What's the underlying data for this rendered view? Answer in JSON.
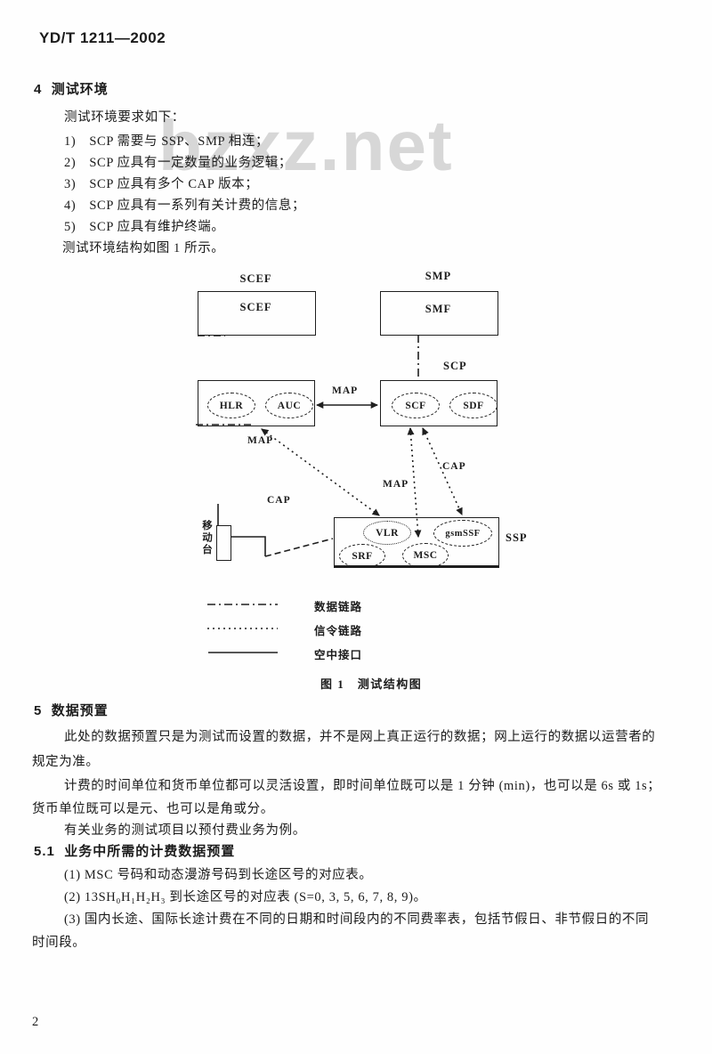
{
  "header": {
    "standard_number": "YD/T 1211—2002"
  },
  "watermark": "bzxz.net",
  "section4": {
    "number": "4",
    "title": "测试环境",
    "intro": "测试环境要求如下：",
    "items": [
      "1)　SCP 需要与 SSP、SMP 相连；",
      "2)　SCP 应具有一定数量的业务逻辑；",
      "3)　SCP 应具有多个 CAP 版本；",
      "4)　SCP 应具有一系列有关计费的信息；",
      "5)　SCP 应具有维护终端。"
    ],
    "outro": "测试环境结构如图 1 所示。"
  },
  "figure": {
    "caption": "图 1　测试结构图",
    "nodes": {
      "scef_title": "SCEF",
      "scef": "SCEF",
      "smp_title": "SMP",
      "smf": "SMF",
      "scp_title": "SCP",
      "scf": "SCF",
      "sdf": "SDF",
      "hlr": "HLR",
      "auc": "AUC",
      "ssp": "SSP",
      "vlr": "VLR",
      "srf": "SRF",
      "msc": "MSC",
      "gsmssf": "gsmSSF",
      "mobile_station": "移动台"
    },
    "link_labels": {
      "map_horizontal": "MAP",
      "map_diagonal": "MAP",
      "map_vertical": "MAP",
      "cap_right": "CAP",
      "cap_left": "CAP"
    },
    "legend": [
      {
        "line_style": "dashdot",
        "label": "数据链路"
      },
      {
        "line_style": "dotted",
        "label": "信令链路"
      },
      {
        "line_style": "solid",
        "label": "空中接口"
      }
    ]
  },
  "section5": {
    "number": "5",
    "title": "数据预置",
    "para1_line1": "此处的数据预置只是为测试而设置的数据，并不是网上真正运行的数据；网上运行的数据以运营者的",
    "para1_line2": "规定为准。",
    "para2_line1": "计费的时间单位和货币单位都可以灵活设置，即时间单位既可以是 1 分钟 (min)，也可以是 6s 或 1s；",
    "para2_line2": "货币单位既可以是元、也可以是角或分。",
    "para3": "有关业务的测试项目以预付费业务为例。",
    "sub": {
      "number": "5.1",
      "title": "业务中所需的计费数据预置",
      "items": [
        "(1) MSC 号码和动态漫游号码到长途区号的对应表。",
        "(2) 13SH₀H₁H₂H₃ 到长途区号的对应表 (S=0, 3, 5, 6, 7, 8, 9)。",
        "(3) 国内长途、国际长途计费在不同的日期和时间段内的不同费率表，包括节假日、非节假日的不同"
      ],
      "item3_cont": "时间段。"
    }
  },
  "footer": {
    "page_number": "2"
  }
}
